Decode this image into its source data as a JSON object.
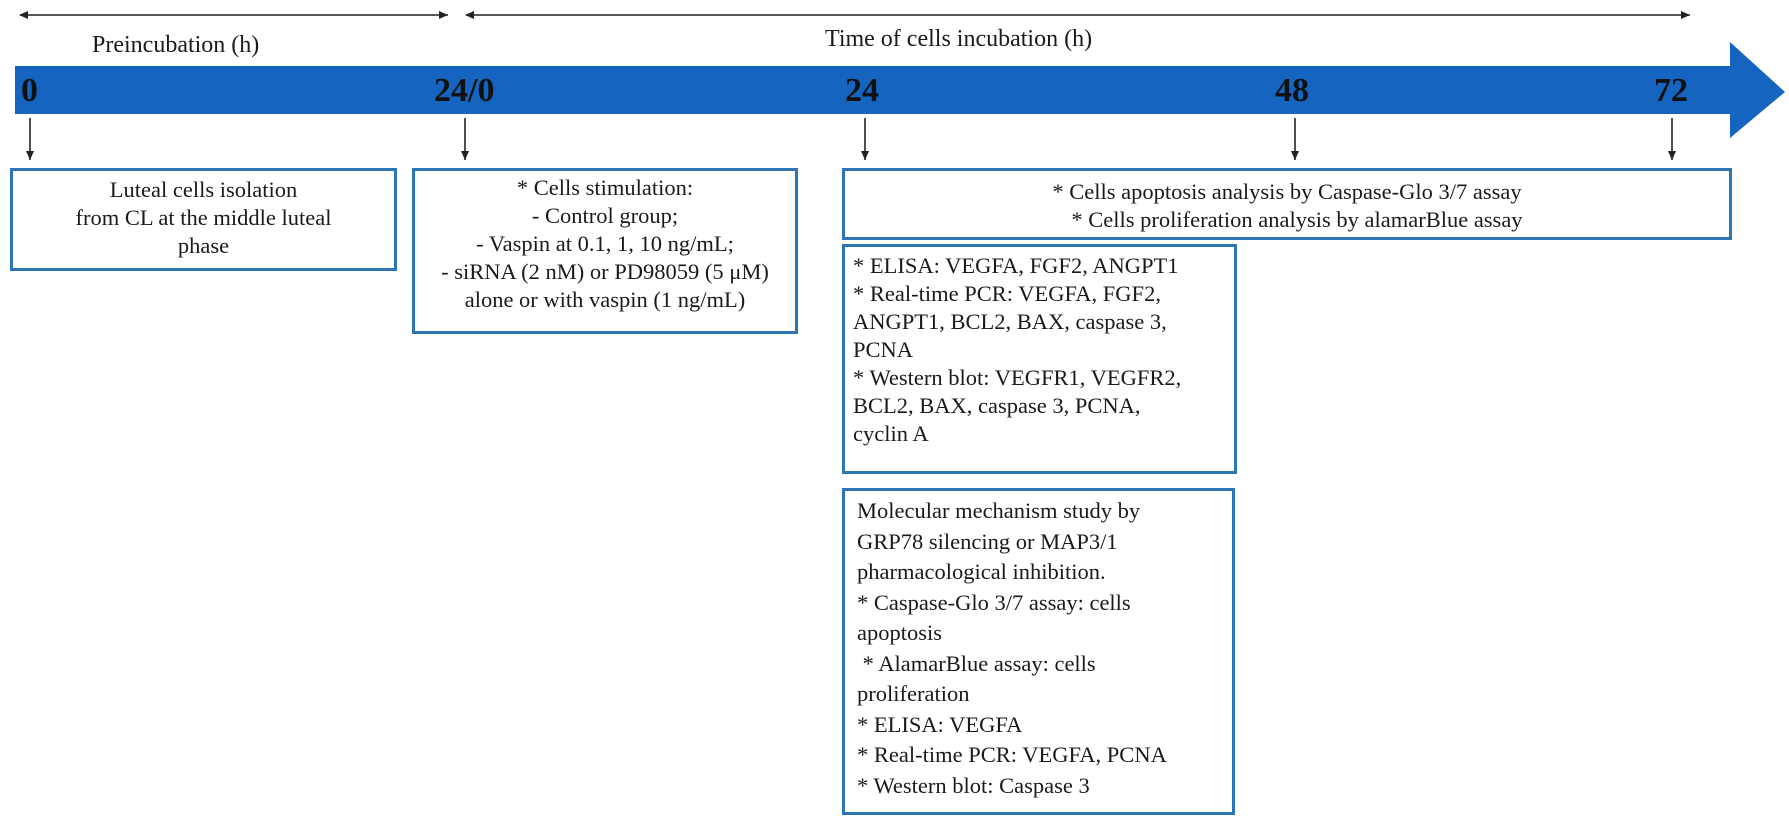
{
  "header": {
    "preincubation_label": "Preincubation (h)",
    "incubation_label": "Time of cells incubation (h)"
  },
  "timeline": {
    "ticks": [
      "0",
      "24/0",
      "24",
      "48",
      "72"
    ],
    "arrow_color": "#1565c0",
    "box_border_color": "#2e75b6"
  },
  "boxes": {
    "isolation": {
      "lines": [
        "Luteal cells isolation",
        "from CL at the middle luteal",
        "phase"
      ]
    },
    "stimulation": {
      "lines": [
        "* Cells stimulation:",
        "- Control group;",
        "- Vaspin at 0.1, 1, 10 ng/mL;",
        "- siRNA (2 nM) or PD98059 (5 μM)",
        "alone or with  vaspin (1 ng/mL)"
      ]
    },
    "apoptosis": {
      "lines": [
        "* Cells apoptosis analysis by Caspase-Glo 3/7 assay",
        "* Cells proliferation analysis by alamarBlue assay"
      ]
    },
    "assays": {
      "lines": [
        "* ELISA: VEGFA, FGF2, ANGPT1",
        "* Real-time PCR: VEGFA, FGF2,",
        "ANGPT1, BCL2, BAX, caspase 3,",
        "PCNA",
        "* Western blot: VEGFR1, VEGFR2,",
        "BCL2, BAX, caspase 3, PCNA,",
        "cyclin A"
      ]
    },
    "mechanism": {
      "lines": [
        "Molecular mechanism study by",
        "GRP78 silencing or MAP3/1",
        "pharmacological inhibition.",
        "* Caspase-Glo 3/7 assay: cells",
        "apoptosis",
        " * AlamarBlue assay: cells",
        "proliferation",
        "* ELISA: VEGFA",
        "* Real-time PCR: VEGFA, PCNA",
        "* Western blot: Caspase 3"
      ]
    }
  }
}
